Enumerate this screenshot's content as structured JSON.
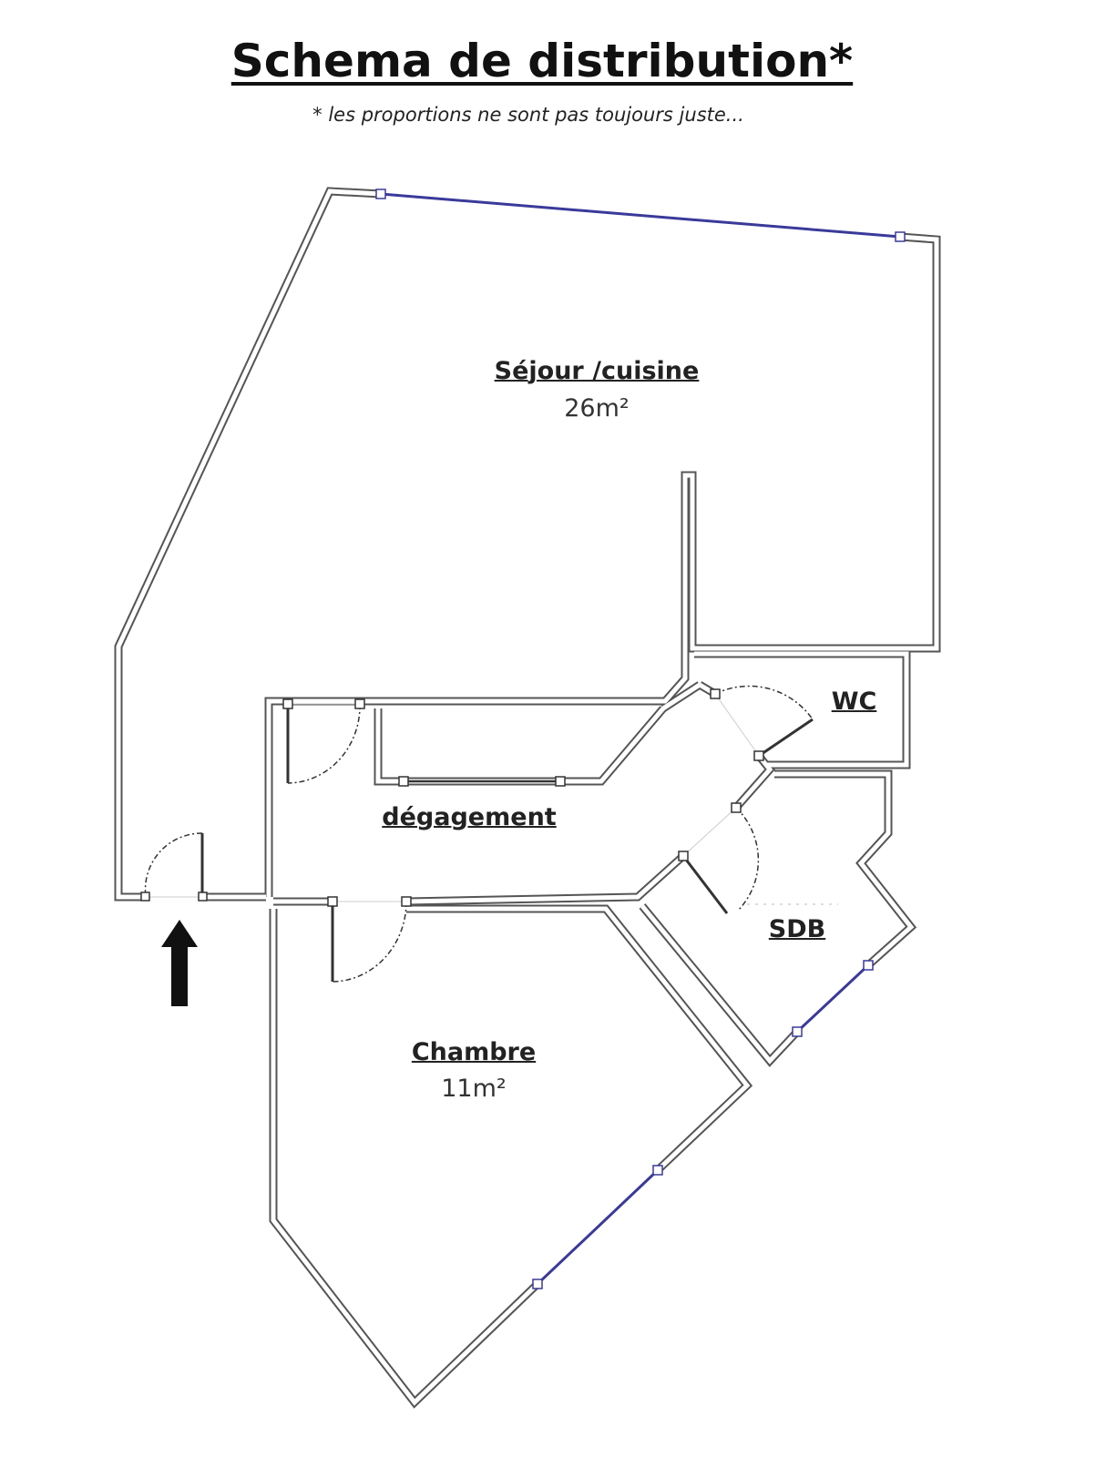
{
  "title": "Schema de distribution*",
  "subtitle": "* les proportions ne sont pas toujours juste...",
  "rooms": {
    "sejour": {
      "name": "Séjour /cuisine",
      "area": "26m²"
    },
    "wc": {
      "name": "WC"
    },
    "degagement": {
      "name": "dégagement"
    },
    "sdb": {
      "name": "SDB"
    },
    "chambre": {
      "name": "Chambre",
      "area": "11m²"
    }
  },
  "colors": {
    "wall": "#555555",
    "window": "#3a3a9a",
    "text": "#111111"
  }
}
